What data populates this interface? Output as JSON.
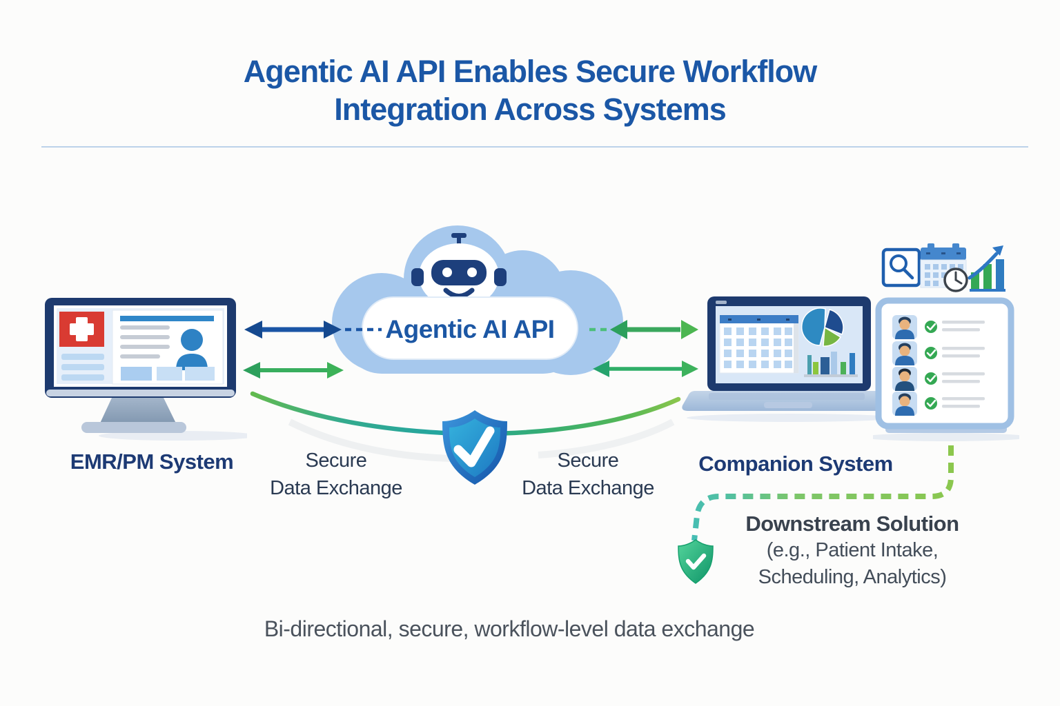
{
  "title": {
    "line1": "Agentic AI API Enables Secure Workflow",
    "line2": "Integration Across Systems"
  },
  "nodes": {
    "emr": {
      "label": "EMR/PM System"
    },
    "api": {
      "label": "Agentic AI API"
    },
    "companion": {
      "label": "Companion System"
    }
  },
  "exchange": {
    "left": {
      "line1": "Secure",
      "line2": "Data Exchange"
    },
    "right": {
      "line1": "Secure",
      "line2": "Data Exchange"
    }
  },
  "downstream": {
    "title": "Downstream Solution",
    "line2": "(e.g., Patient Intake,",
    "line3": "Scheduling, Analytics)"
  },
  "caption": "Bi-directional, secure, workflow-level data exchange",
  "icons": {
    "robot": "robot-icon",
    "shield_check_blue": "shield-check-icon",
    "shield_check_green": "shield-check-green-icon",
    "search": "search-icon",
    "calendar_clock": "calendar-clock-icon",
    "growth_chart": "growth-chart-icon",
    "medical_cross": "medical-cross-icon",
    "patient_avatar": "patient-avatar-icon",
    "check_circle": "check-circle-icon",
    "pie_chart": "pie-chart-icon",
    "bar_chart": "bar-chart-icon",
    "calendar_grid": "calendar-grid-icon",
    "bidirectional_arrow": "bidirectional-arrow-icon"
  },
  "colors": {
    "title_blue": "#1b57a6",
    "label_navy": "#1d3a74",
    "slate_text": "#2a3a52",
    "gray_text": "#4a525c",
    "arrow_blue": "#1a55a5",
    "arrow_green": "#38ae5e",
    "dash_green": "#8cc74c",
    "dash_teal": "#45bdb4",
    "cloud_light": "#e9f2fc",
    "cloud_deep": "#abcbee",
    "shield_blue": "#1d64b5",
    "shield_teal": "#2ba9d8",
    "shield_green": "#17a371",
    "bezel_navy": "#1d3a6e",
    "screen_blue": "#dce9f7",
    "alert_red": "#d93b32"
  }
}
